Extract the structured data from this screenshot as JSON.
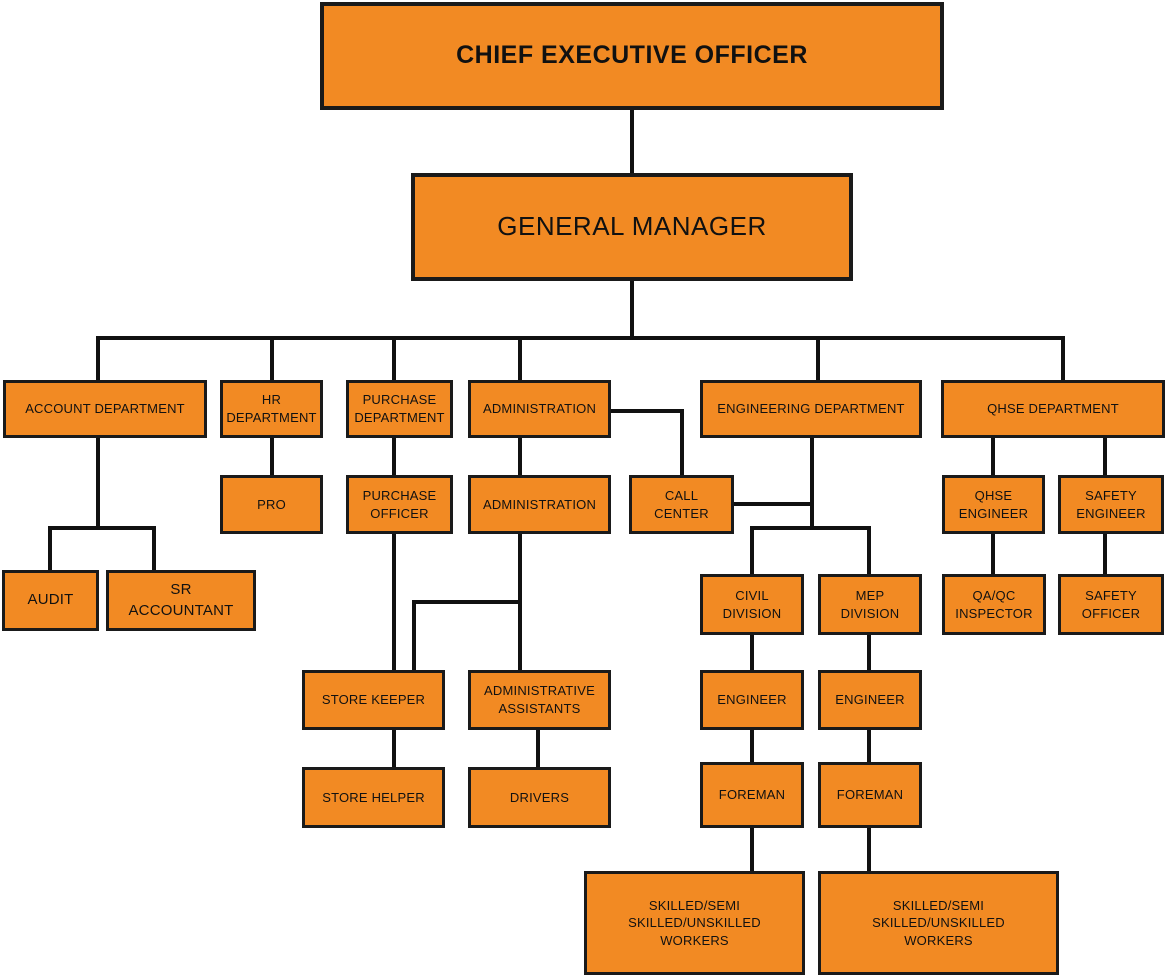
{
  "nodes": {
    "ceo": "CHIEF EXECUTIVE OFFICER",
    "gm": "GENERAL MANAGER",
    "account_department": "ACCOUNT DEPARTMENT",
    "hr_department": "HR\nDEPARTMENT",
    "purchase_department": "PURCHASE\nDEPARTMENT",
    "administration_dept": "ADMINISTRATION",
    "engineering_department": "ENGINEERING DEPARTMENT",
    "qhse_department": "QHSE DEPARTMENT",
    "audit": "AUDIT",
    "sr_accountant": "SR\nACCOUNTANT",
    "pro": "PRO",
    "purchase_officer": "PURCHASE\nOFFICER",
    "administration_sub": "ADMINISTRATION",
    "call_center": "CALL CENTER",
    "qhse_engineer": "QHSE\nENGINEER",
    "safety_engineer": "SAFETY\nENGINEER",
    "civil_division": "CIVIL\nDIVISION",
    "mep_division": "MEP\nDIVISION",
    "qa_qc_inspector": "QA/QC\nINSPECTOR",
    "safety_officer": "SAFETY\nOFFICER",
    "store_keeper": "STORE KEEPER",
    "administrative_assistants": "ADMINISTRATIVE\nASSISTANTS",
    "civil_engineer": "ENGINEER",
    "mep_engineer": "ENGINEER",
    "store_helper": "STORE HELPER",
    "drivers": "DRIVERS",
    "civil_foreman": "FOREMAN",
    "mep_foreman": "FOREMAN",
    "civil_workers": "SKILLED/SEMI\nSKILLED/UNSKILLED\nWORKERS",
    "mep_workers": "SKILLED/SEMI\nSKILLED/UNSKILLED\nWORKERS"
  },
  "colors": {
    "box_fill": "#F28A23",
    "box_border": "#1a1a1a",
    "connector": "#111111"
  }
}
